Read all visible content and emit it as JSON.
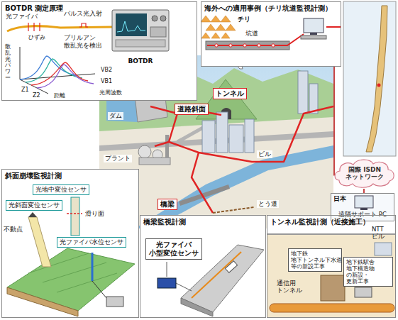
{
  "diagram": {
    "nodes": [
      {
        "text": [
          "BOTDR 測定原理"
        ]
      },
      {
        "text": [
          "BOTDR"
        ],
        "in": 0
      },
      {
        "text": [
          "海外への適用事例（チリ坑道監視計測）"
        ]
      },
      {
        "text": [
          "道路斜面"
        ]
      },
      {
        "text": [
          "トンネル"
        ]
      },
      {
        "text": [
          "橋梁"
        ]
      },
      {
        "text": [
          "国際 ISDN ネットワーク"
        ]
      },
      {
        "text": [
          "日本",
          "遠隔サポート PC"
        ]
      },
      {
        "text": [
          "斜面崩壊監視計測"
        ]
      },
      {
        "text": [
          "光地中変位センサ"
        ],
        "in": 8
      },
      {
        "text": [
          "光斜面変位センサ"
        ],
        "in": 8
      },
      {
        "text": [
          "光ファイバ水位センサ"
        ],
        "in": 8
      },
      {
        "text": [
          "橋梁監視計測"
        ]
      },
      {
        "text": [
          "光ファイバ 小型変位センサ"
        ],
        "in": 12
      },
      {
        "text": [
          "トンネル監視計測（近接施工）"
        ]
      },
      {
        "text": [
          "地下鉄 地下トンネル下水道 等の新設工事"
        ],
        "in": 14
      },
      {
        "text": [
          "地下鉄駅舎 地下構造物 の新設・更新工事"
        ],
        "in": 14
      }
    ],
    "edges": [
      {
        "from": 2,
        "to": 6,
        "arrow": "none"
      },
      {
        "from": 6,
        "to": 7,
        "arrow": "none"
      }
    ],
    "labels": [
      "光ファイバ",
      "パルス光入射",
      "ブリルアン 散乱光を検出",
      "ひずみ",
      "散乱光パワー",
      "Z1",
      "Z2",
      "距離",
      "VB1",
      "VB2",
      "光周波数",
      "チリ",
      "坑道",
      "ダム",
      "プラント",
      "ビル",
      "とう道",
      "滑り面",
      "不動点",
      "NTT ビル",
      "通信用 トンネル"
    ]
  }
}
